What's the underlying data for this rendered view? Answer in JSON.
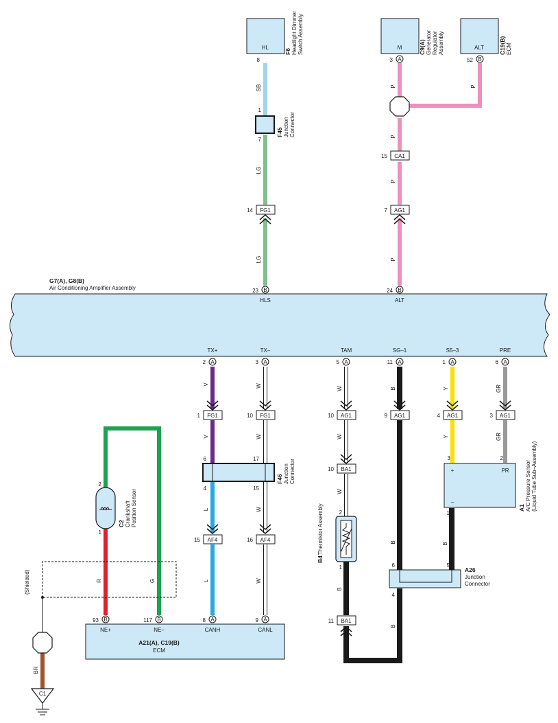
{
  "colors": {
    "component_fill": "#cde8f6",
    "wire_SB": "#9fd3ef",
    "wire_LG": "#7fc08e",
    "wire_P": "#ef8fbd",
    "wire_V": "#6a2c8c",
    "wire_W": "#ffffff",
    "wire_B": "#1a1a1a",
    "wire_Y": "#fbe100",
    "wire_GR": "#999999",
    "wire_G": "#1fa154",
    "wire_R": "#e0212b",
    "wire_L": "#27a9e1",
    "wire_BR": "#a0522d"
  },
  "components": {
    "f6": {
      "pin": "HL",
      "id": "F6",
      "name": "Headlight Dimmer",
      "name2": "Switch Assembly",
      "pin_no": "8"
    },
    "c9": {
      "pin": "M",
      "id": "C9(A)",
      "name": "Generator",
      "name2": "Regulator",
      "name3": "Assembly",
      "pin_no": "3",
      "circle": "A"
    },
    "c19_top": {
      "pin": "ALT",
      "id": "C19(B)",
      "name": "ECM",
      "pin_no": "52",
      "circle": "B"
    },
    "amp": {
      "id": "G7(A), G8(B)",
      "name": "Air Conditioning Amplifier Assembly",
      "top_pins": [
        {
          "label": "HLS",
          "no": "23",
          "circle": "B"
        },
        {
          "label": "ALT",
          "no": "24",
          "circle": "B"
        }
      ],
      "bottom_pins": [
        {
          "label": "TX+",
          "no": "2",
          "circle": "A"
        },
        {
          "label": "TX–",
          "no": "3",
          "circle": "A"
        },
        {
          "label": "TAM",
          "no": "5",
          "circle": "A"
        },
        {
          "label": "SG–1",
          "no": "11",
          "circle": "A"
        },
        {
          "label": "S5–3",
          "no": "1",
          "circle": "A"
        },
        {
          "label": "PRE",
          "no": "6",
          "circle": "A"
        }
      ]
    },
    "f45": {
      "id": "F45",
      "name": "Junction",
      "name2": "Connector",
      "pin_top": "1",
      "pin_bottom": "7"
    },
    "f46": {
      "id": "F46",
      "name": "Junction",
      "name2": "Connector",
      "pins": [
        "6",
        "17",
        "4",
        "15"
      ]
    },
    "c2": {
      "id": "C2",
      "name": "Crankshaft",
      "name2": "Position Sensor",
      "pin_top": "2",
      "pin_bottom": "1"
    },
    "b4": {
      "id": "B4",
      "name": "Thermistor Assembly",
      "pin_top": "2",
      "pin_bottom": "1"
    },
    "a1": {
      "id": "A1",
      "name": "A/C Pressure Sensor",
      "name2": "(Liquid Tube Sub–Assembly)",
      "plus": "+",
      "pr": "PR",
      "minus": "–",
      "pin_plus": "3",
      "pin_pr": "2",
      "pin_minus": "1"
    },
    "a26": {
      "id": "A26",
      "name": "Junction",
      "name2": "Connector",
      "pins": [
        "6",
        "5",
        "4"
      ]
    },
    "ecm_bottom": {
      "id": "A21(A), C19(B)",
      "name": "ECM",
      "pins": [
        {
          "label": "NE+",
          "no": "93",
          "circle": "B"
        },
        {
          "label": "NE–",
          "no": "117",
          "circle": "B"
        },
        {
          "label": "CANH",
          "no": "8",
          "circle": "A"
        },
        {
          "label": "CANL",
          "no": "9",
          "circle": "A"
        }
      ]
    },
    "ground": {
      "id": "C1"
    },
    "shielded": "(Shielded)"
  },
  "connectors": {
    "fg1_hls": {
      "label": "FG1",
      "pin": "14"
    },
    "ca1": {
      "label": "CA1",
      "pin": "15"
    },
    "ag1_alt": {
      "label": "AG1",
      "pin": "7"
    },
    "fg1_txp": {
      "label": "FG1",
      "pin": "1"
    },
    "fg1_txm": {
      "label": "FG1",
      "pin": "10"
    },
    "ag1_tam": {
      "label": "AG1",
      "pin": "10"
    },
    "ag1_sg": {
      "label": "AG1",
      "pin": "9"
    },
    "ag1_s5": {
      "label": "AG1",
      "pin": "4"
    },
    "ag1_pre": {
      "label": "AG1",
      "pin": "3"
    },
    "ba1_top": {
      "label": "BA1",
      "pin": "10"
    },
    "ba1_bot": {
      "label": "BA1",
      "pin": "11"
    },
    "af4_canh": {
      "label": "AF4",
      "pin": "15"
    },
    "af4_canl": {
      "label": "AF4",
      "pin": "16"
    }
  },
  "wire_labels": {
    "sb": "SB",
    "lg": "LG",
    "p": "P",
    "v": "V",
    "w": "W",
    "b": "B",
    "y": "Y",
    "gr": "GR",
    "l": "L",
    "g": "G",
    "r": "R",
    "br": "BR"
  }
}
